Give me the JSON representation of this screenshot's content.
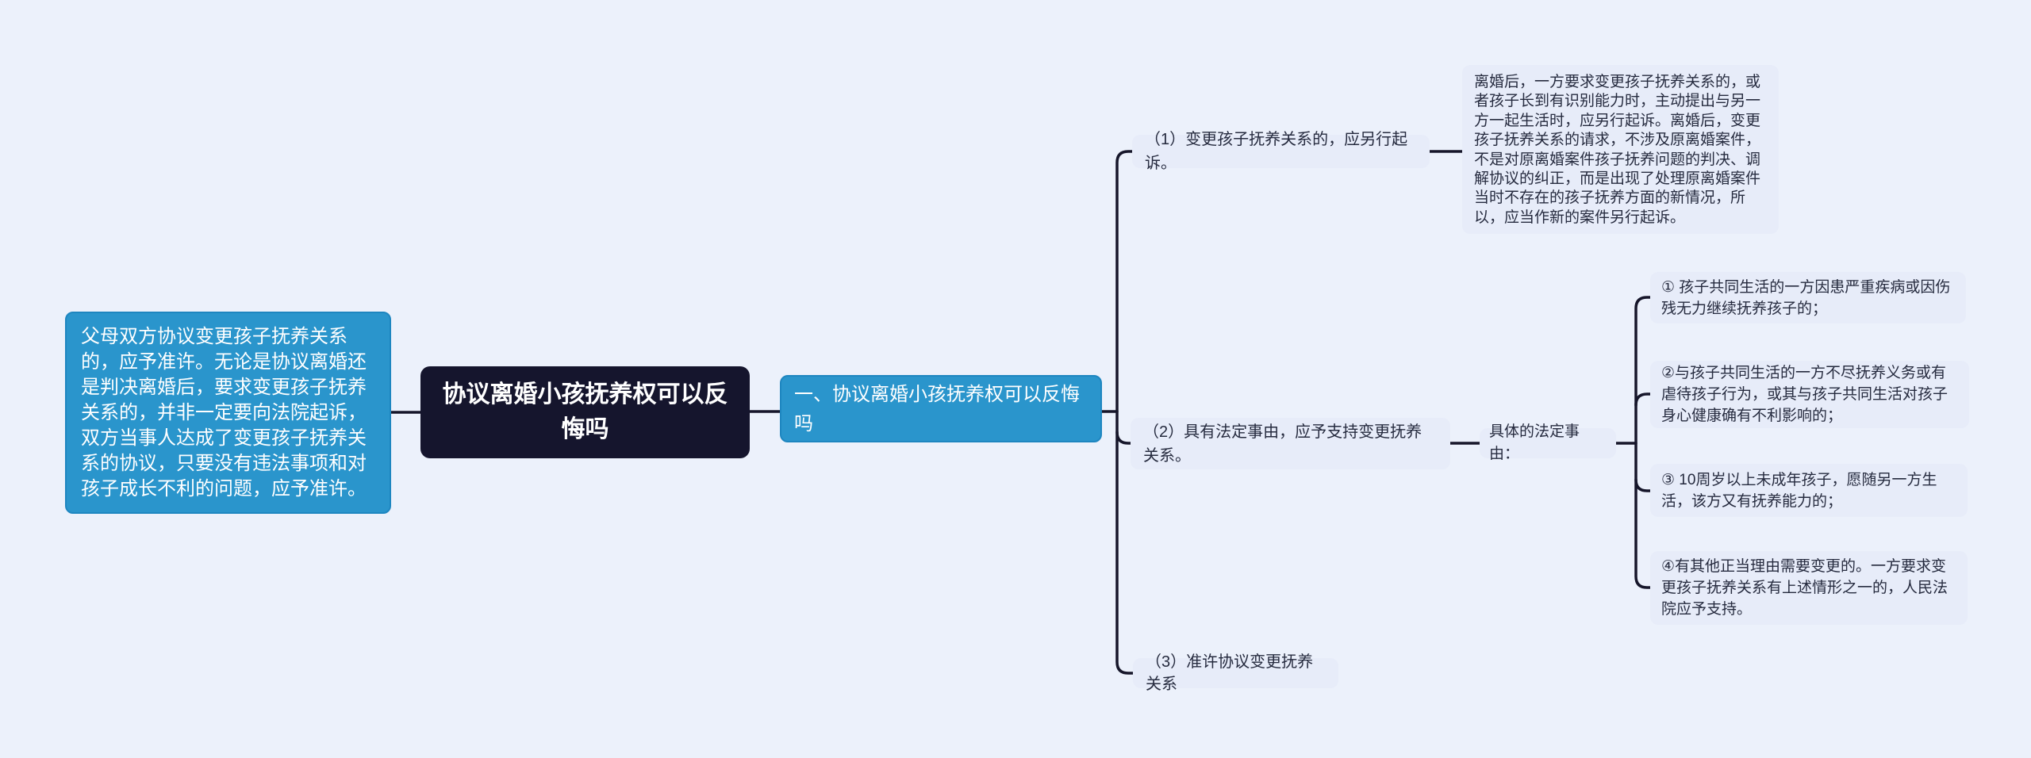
{
  "colors": {
    "background": "#ecf1fb",
    "accent_blue": "#2a95cc",
    "accent_blue_border": "#1e86c0",
    "dark_navy": "#15152d",
    "light_card": "#e7ecf9",
    "connector_line": "#16162a",
    "light_card_text": "#262b3f",
    "inverse_text": "#ffffff"
  },
  "root": {
    "title": "协议离婚小孩抚养权可以反悔吗"
  },
  "left_note": {
    "text": "父母双方协议变更孩子抚养关系的，应予准许。无论是协议离婚还是判决离婚后，要求变更孩子抚养关系的，并非一定要向法院起诉，双方当事人达成了变更孩子抚养关系的协议，只要没有违法事项和对孩子成长不利的问题，应予准许。"
  },
  "section": {
    "title": "一、协议离婚小孩抚养权可以反悔吗"
  },
  "subtopics": {
    "s1": {
      "title": "（1）变更孩子抚养关系的，应另行起诉。",
      "note": "离婚后，一方要求变更孩子抚养关系的，或者孩子长到有识别能力时，主动提出与另一方一起生活时，应另行起诉。离婚后，变更孩子抚养关系的请求，不涉及原离婚案件，不是对原离婚案件孩子抚养问题的判决、调解协议的纠正，而是出现了处理原离婚案件当时不存在的孩子抚养方面的新情况，所以，应当作新的案件另行起诉。"
    },
    "s2": {
      "title": "（2）具有法定事由，应予支持变更抚养关系。",
      "label": "具体的法定事由：",
      "reasons": {
        "r1": "① 孩子共同生活的一方因患严重疾病或因伤残无力继续抚养孩子的；",
        "r2": "②与孩子共同生活的一方不尽抚养义务或有虐待孩子行为，或其与孩子共同生活对孩子身心健康确有不利影响的；",
        "r3": "③ 10周岁以上未成年孩子，愿随另一方生活，该方又有抚养能力的；",
        "r4": "④有其他正当理由需要变更的。一方要求变更孩子抚养关系有上述情形之一的，人民法院应予支持。"
      }
    },
    "s3": {
      "title": "（3）准许协议变更抚养关系"
    }
  }
}
